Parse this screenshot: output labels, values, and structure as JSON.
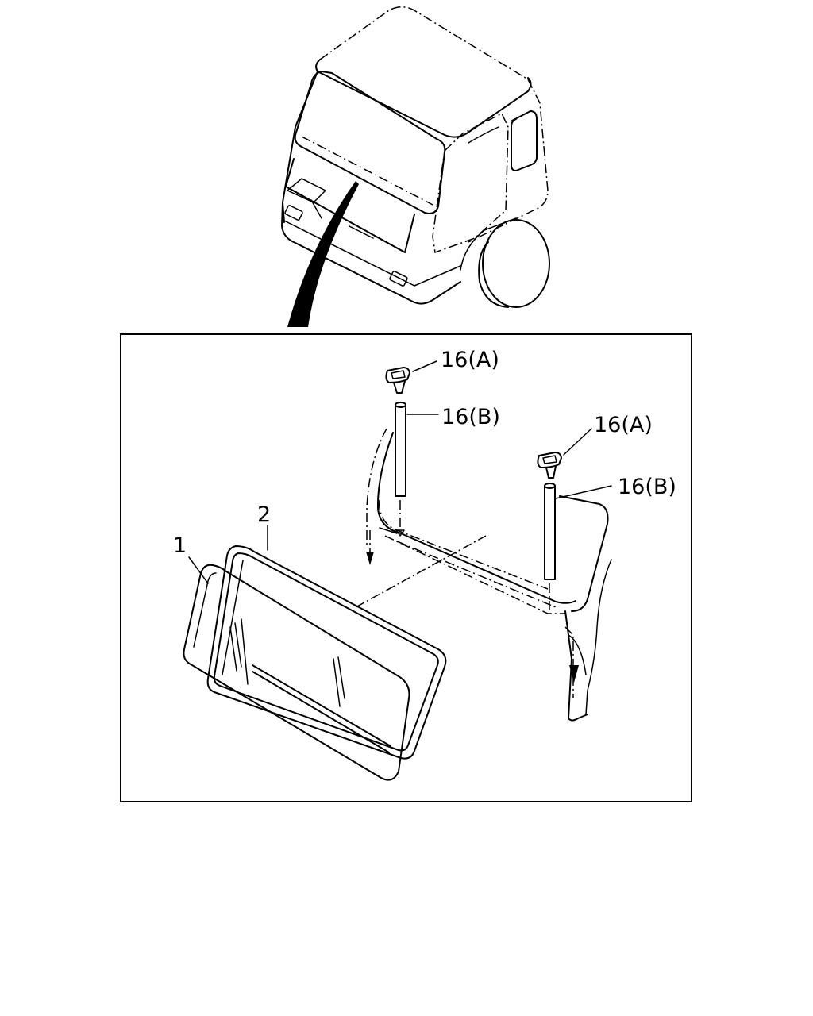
{
  "callouts": [
    {
      "id": "part-1",
      "text": "1"
    },
    {
      "id": "part-2",
      "text": "2"
    },
    {
      "id": "part-16a-left",
      "text": "16(A)"
    },
    {
      "id": "part-16b-left",
      "text": "16(B)"
    },
    {
      "id": "part-16a-right",
      "text": "16(A)"
    },
    {
      "id": "part-16b-right",
      "text": "16(B)"
    }
  ]
}
